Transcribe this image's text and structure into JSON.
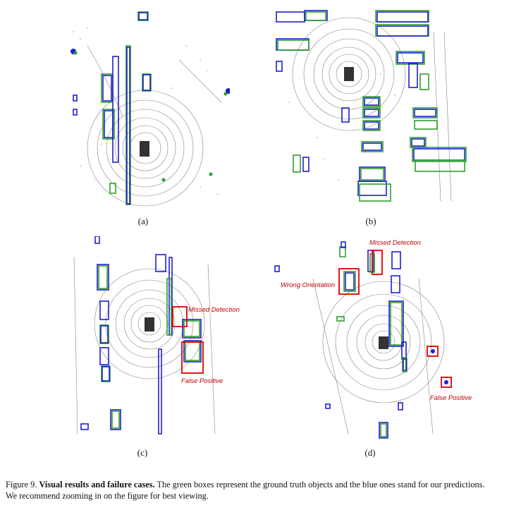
{
  "panels": [
    {
      "label": "(a)",
      "annotations": []
    },
    {
      "label": "(b)",
      "annotations": []
    },
    {
      "label": "(c)",
      "annotations": [
        "Missed Detection",
        "False Positive"
      ]
    },
    {
      "label": "(d)",
      "annotations": [
        "Missed Detection",
        "Wrong Orientation",
        "False Positive"
      ]
    }
  ],
  "caption": {
    "prefix": "Figure 9.",
    "title": "Visual results and failure cases.",
    "text_line1": "The green boxes represent the ground truth objects and the blue ones stand for our predictions.",
    "text_line2": "We recommend zooming in on the figure for best viewing."
  },
  "colors": {
    "ground_truth": "#2ca02c",
    "prediction": "#1f1fd0",
    "failure_highlight": "#e00000",
    "point_cloud": "#555555"
  }
}
